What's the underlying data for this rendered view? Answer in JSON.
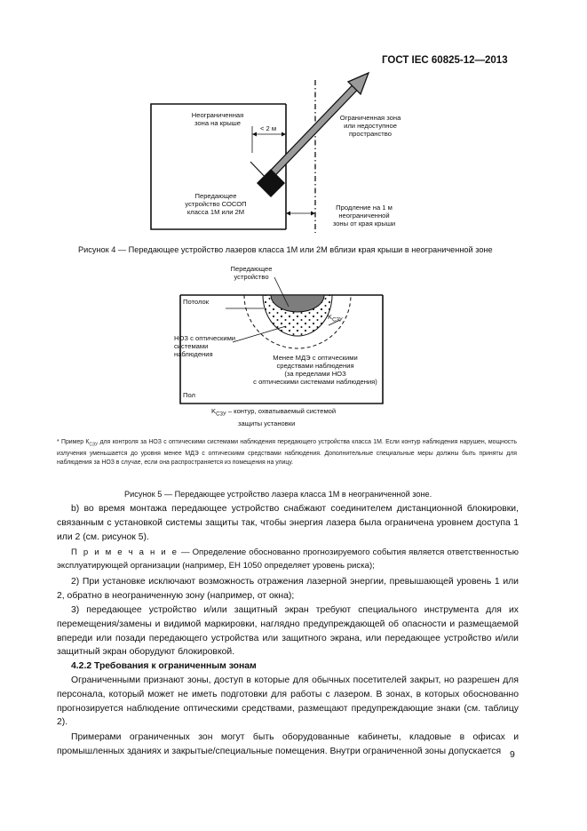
{
  "header": {
    "title": "ГОСТ IEC 60825-12—2013"
  },
  "figure4": {
    "unrestricted_roof": [
      "Неограниченная",
      "зона на крыше"
    ],
    "distance": "< 2 м",
    "restricted": [
      "Ограниченная зона",
      "или недоступное",
      "пространство"
    ],
    "transmitter": [
      "Передающее",
      "устройство СОСОП",
      "класса 1М или 2М"
    ],
    "extension": [
      "Продление на 1 м",
      "неограниченной",
      "зоны от края крыши"
    ],
    "caption": "Рисунок 4 — Передающее устройство лазеров класса 1М или 2М вблизи края крыши в неограниченной зоне"
  },
  "figure5": {
    "transmitter": [
      "Передающее",
      "устройство"
    ],
    "ceiling": "Потолок",
    "k_label": "K",
    "k_sub": "СЗУ",
    "noz": [
      "НОЗ с оптическими",
      "системами наблюдения"
    ],
    "below_mde": [
      "Менее МДЭ с оптическими",
      "средствами наблюдения",
      "(за пределами НОЗ",
      "с оптическими системами наблюдения)"
    ],
    "floor": "Пол",
    "legend_k": "K",
    "legend_sub": "СЗУ",
    "legend_text": " – контур, охватываемый системой",
    "legend_text2": "защиты установки",
    "footnote_prefix": "* Пример К",
    "footnote_sub": "СЗУ",
    "footnote": " для контроля за НОЗ с оптическими системами наблюдения передающего устройства класса 1М. Если контур наблюдения нарушен, мощность излучения уменьшается до уровня менее МДЭ с оптическими средствами наблюдения. Дополнительные специальные меры должны быть приняты для наблюдения за НОЗ в случае, если она распространяется из помещения на улицу.",
    "caption": "Рисунок 5 — Передающее устройство лазера класса 1М в неограниченной зоне."
  },
  "body": {
    "p_b": "b) во время монтажа передающее устройство снабжают соединителем дистанционной блокировки, связанным с установкой системы защиты так, чтобы энергия лазера была ограничена уровнем доступа 1 или 2 (см. рисунок 5).",
    "note_label": "П р и м е ч а н и е",
    "note_text": " — Определение обоснованно прогнозируемого события является ответственностью эксплуатирующей организации (например, ЕН 1050 определяет уровень риска);",
    "p2": "2) При установке исключают возможность отражения лазерной энергии, превышающей уровень 1 или 2, обратно в неограниченную зону (например, от окна);",
    "p3": "3) передающее устройство и/или защитный экран требуют специального инструмента для их перемещения/замены и видимой маркировки, наглядно предупреждающей об опасности и размещаемой впереди или позади передающего устройства или защитного экрана, или передающее устройство и/или защитный экран оборудуют блокировкой.",
    "section": "4.2.2 Требования к ограниченным зонам",
    "p4": "Ограниченными признают зоны, доступ в которые для обычных посетителей закрыт, но разрешен для персонала, который может не иметь подготовки для работы с лазером. В зонах, в которых обоснованно прогнозируется наблюдение оптическими средствами, размещают предупреждающие знаки (см. таблицу 2).",
    "p5": "Примерами ограниченных зон могут быть оборудованные кабинеты, кладовые в офисах и промышленных зданиях и закрытые/специальные помещения. Внутри ограниченной зоны допускается"
  },
  "page_number": "9"
}
